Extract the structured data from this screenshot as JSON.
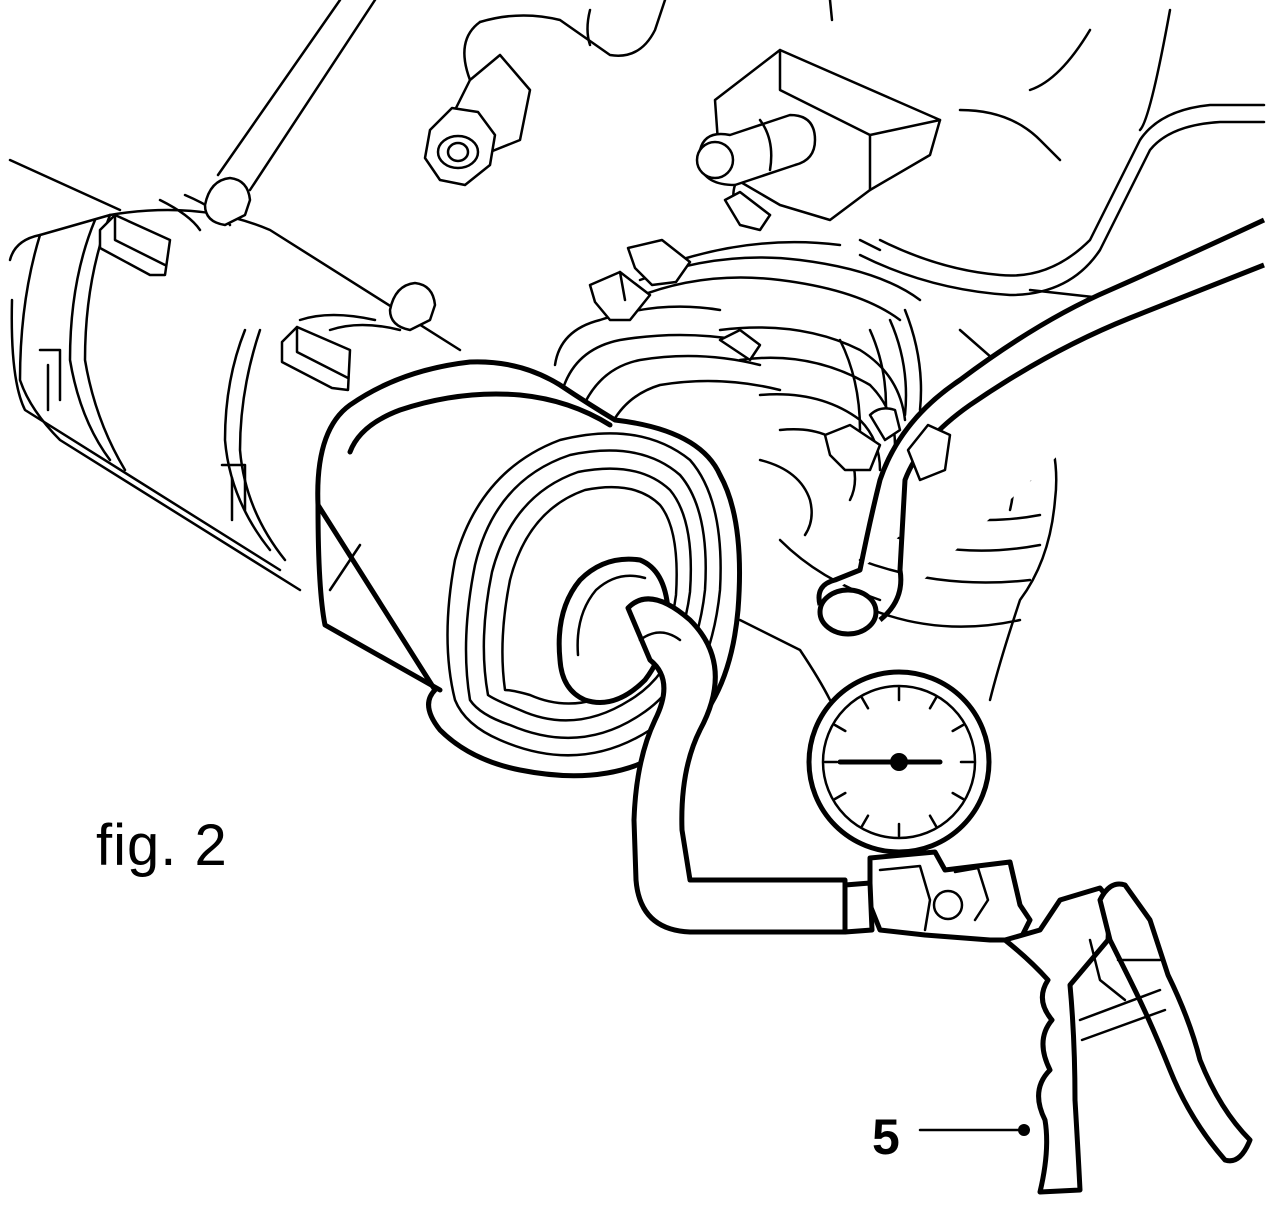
{
  "figure": {
    "caption": "fig. 2",
    "callouts": [
      {
        "number": "5",
        "target": "vacuum-pump-handle"
      }
    ]
  },
  "icons": {
    "gauge": "pressure-gauge-icon"
  }
}
